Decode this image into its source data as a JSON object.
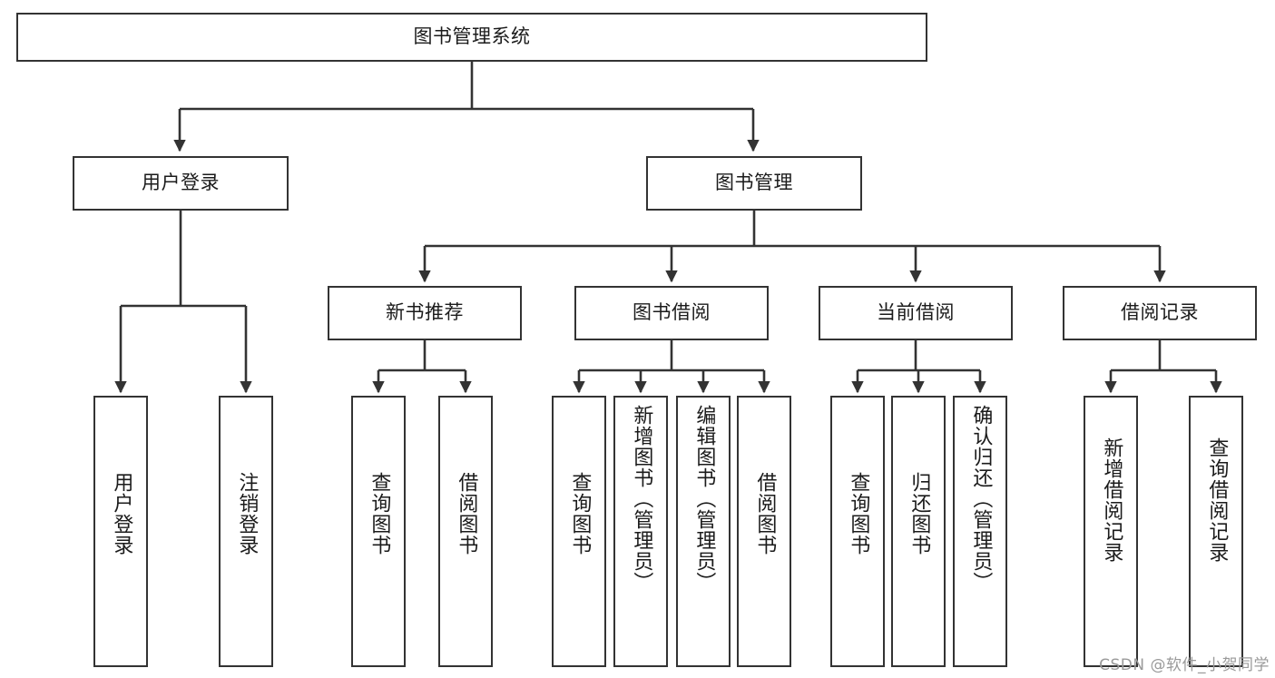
{
  "diagram": {
    "title": "图书管理系统",
    "type": "hierarchy-tree",
    "watermark": "CSDN @软件_小贺同学",
    "colors": {
      "stroke": "#333333",
      "fill": "#ffffff",
      "text": "#1b1b1b",
      "watermark": "#9a9a9a"
    },
    "nodes": {
      "root": {
        "label": "图书管理系统",
        "level": 1,
        "orientation": "horizontal"
      },
      "l2": [
        {
          "id": "user-login",
          "label": "用户登录",
          "level": 2,
          "orientation": "horizontal"
        },
        {
          "id": "book-manage",
          "label": "图书管理",
          "level": 2,
          "orientation": "horizontal"
        }
      ],
      "l3": [
        {
          "id": "new-book-rec",
          "label": "新书推荐",
          "level": 3,
          "orientation": "horizontal"
        },
        {
          "id": "book-borrow",
          "label": "图书借阅",
          "level": 3,
          "orientation": "horizontal"
        },
        {
          "id": "current-borrow",
          "label": "当前借阅",
          "level": 3,
          "orientation": "horizontal"
        },
        {
          "id": "borrow-record",
          "label": "借阅记录",
          "level": 3,
          "orientation": "horizontal"
        }
      ],
      "leaves": [
        {
          "id": "leaf-user-login",
          "label": "用户登录",
          "parent": "user-login",
          "orientation": "vertical"
        },
        {
          "id": "leaf-user-logout",
          "label": "注销登录",
          "parent": "user-login",
          "orientation": "vertical"
        },
        {
          "id": "leaf-query-book-1",
          "label": "查询图书",
          "parent": "new-book-rec",
          "orientation": "vertical"
        },
        {
          "id": "leaf-borrow-book-1",
          "label": "借阅图书",
          "parent": "new-book-rec",
          "orientation": "vertical"
        },
        {
          "id": "leaf-query-book-2",
          "label": "查询图书",
          "parent": "book-borrow",
          "orientation": "vertical"
        },
        {
          "id": "leaf-add-book",
          "label": "新增图书（管理员）",
          "parent": "book-borrow",
          "orientation": "vertical"
        },
        {
          "id": "leaf-edit-book",
          "label": "编辑图书（管理员）",
          "parent": "book-borrow",
          "orientation": "vertical"
        },
        {
          "id": "leaf-borrow-book-2",
          "label": "借阅图书",
          "parent": "book-borrow",
          "orientation": "vertical"
        },
        {
          "id": "leaf-query-book-3",
          "label": "查询图书",
          "parent": "current-borrow",
          "orientation": "vertical"
        },
        {
          "id": "leaf-return-book",
          "label": "归还图书",
          "parent": "current-borrow",
          "orientation": "vertical"
        },
        {
          "id": "leaf-confirm-return",
          "label": "确认归还（管理员）",
          "parent": "current-borrow",
          "orientation": "vertical"
        },
        {
          "id": "leaf-add-record",
          "label": "新增借阅记录",
          "parent": "borrow-record",
          "orientation": "vertical"
        },
        {
          "id": "leaf-query-record",
          "label": "查询借阅记录",
          "parent": "borrow-record",
          "orientation": "vertical"
        }
      ]
    }
  }
}
